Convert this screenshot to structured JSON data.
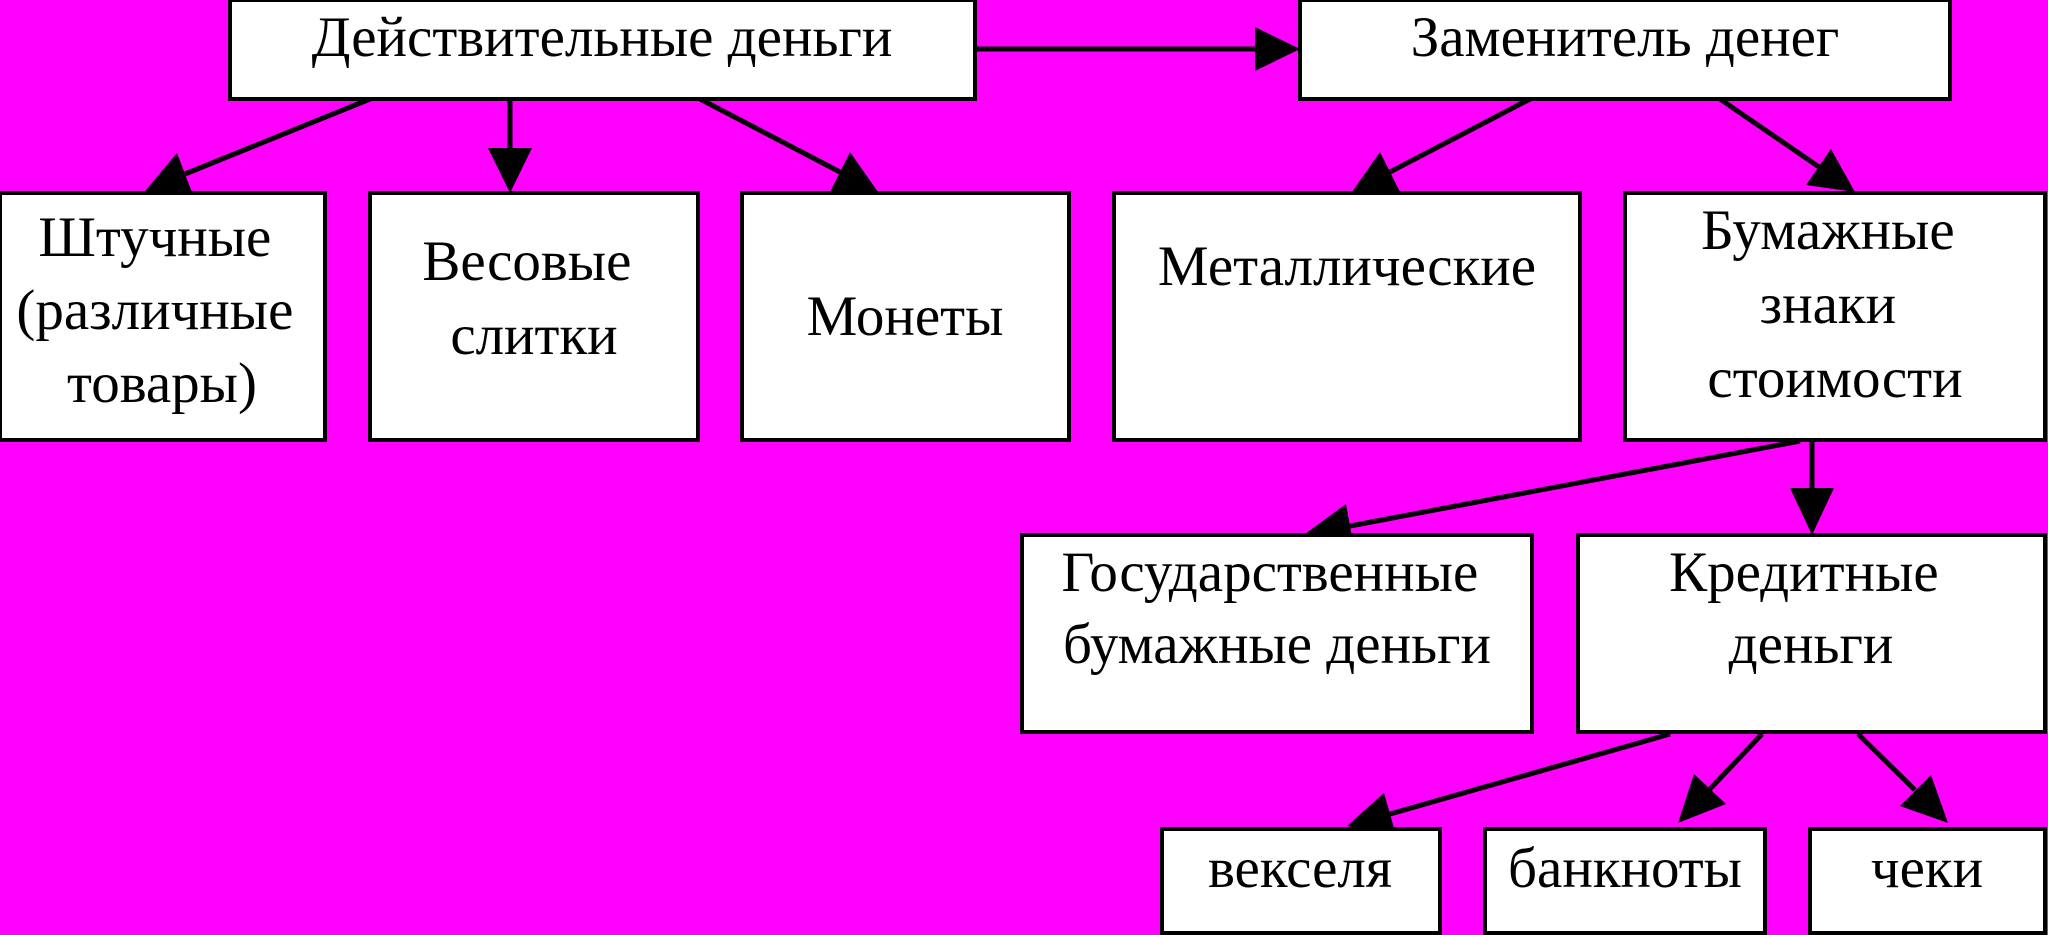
{
  "diagram": {
    "colors": {
      "background": "#ff00ff",
      "box_fill": "#ffffff",
      "stroke": "#000000"
    },
    "nodes": {
      "real_money": {
        "lines": [
          "Действительные деньги"
        ]
      },
      "money_substitute": {
        "lines": [
          "Заменитель денег"
        ]
      },
      "piece": {
        "lines": [
          "Штучные",
          "(различные",
          "товары)"
        ]
      },
      "weight_ingots": {
        "lines": [
          "Весовые",
          "слитки"
        ]
      },
      "coins": {
        "lines": [
          "Монеты"
        ]
      },
      "metallic": {
        "lines": [
          "Металлические"
        ]
      },
      "paper_signs": {
        "lines": [
          "Бумажные",
          "знаки",
          "стоимости"
        ]
      },
      "state_paper_money": {
        "lines": [
          "Государственные",
          "бумажные деньги"
        ]
      },
      "credit_money": {
        "lines": [
          "Кредитные",
          "деньги"
        ]
      },
      "bills_of_exchange": {
        "lines": [
          "векселя"
        ]
      },
      "banknotes": {
        "lines": [
          "банкноты"
        ]
      },
      "cheques": {
        "lines": [
          "чеки"
        ]
      }
    },
    "edges": [
      {
        "from": "real_money",
        "to": "money_substitute"
      },
      {
        "from": "real_money",
        "to": "piece"
      },
      {
        "from": "real_money",
        "to": "weight_ingots"
      },
      {
        "from": "real_money",
        "to": "coins"
      },
      {
        "from": "money_substitute",
        "to": "metallic"
      },
      {
        "from": "money_substitute",
        "to": "paper_signs"
      },
      {
        "from": "paper_signs",
        "to": "state_paper_money"
      },
      {
        "from": "paper_signs",
        "to": "credit_money"
      },
      {
        "from": "credit_money",
        "to": "bills_of_exchange"
      },
      {
        "from": "credit_money",
        "to": "banknotes"
      },
      {
        "from": "credit_money",
        "to": "cheques"
      }
    ]
  }
}
